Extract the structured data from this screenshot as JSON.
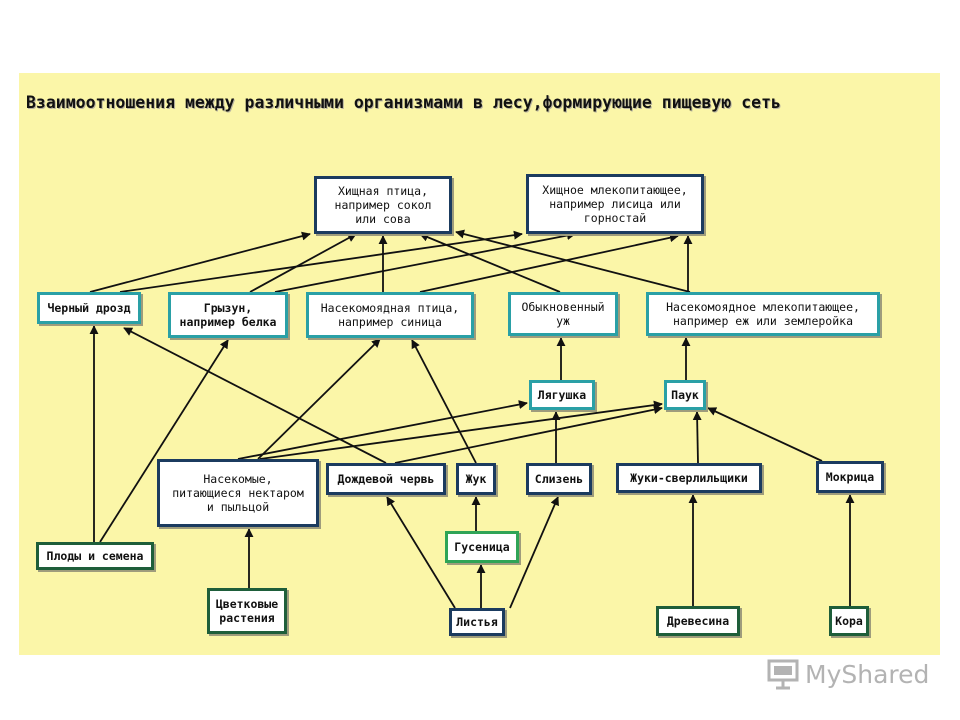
{
  "title": "Взаимоотношения между различными организмами в лесу,формирующие пищевую сеть",
  "nodes": {
    "predator_bird": "Хищная птица,\nнапример сокол\nили сова",
    "predator_mammal": "Хищное млекопитающее,\nнапример лисица или\nгорностай",
    "blackbird": "Черный дрозд",
    "rodent": "Грызун,\nнапример белка",
    "insectivorous_bird": "Насекомоядная птица,\nнапример синица",
    "grass_snake": "Обыкновенный\nуж",
    "insectivorous_mammal": "Насекомоядное млекопитающее,\nнапример еж или землеройка",
    "frog": "Лягушка",
    "spider": "Паук",
    "nectar_insects": "Насекомые,\nпитающиеся нектаром\nи пыльцой",
    "earthworm": "Дождевой червь",
    "beetle": "Жук",
    "slug": "Слизень",
    "bark_beetles": "Жуки-сверлильщики",
    "woodlouse": "Мокрица",
    "fruits_seeds": "Плоды и семена",
    "caterpillar": "Гусеница",
    "flowering_plants": "Цветковые\nрастения",
    "leaves": "Листья",
    "wood": "Древесина",
    "bark": "Кора"
  },
  "colors": {
    "background": "#fbf6a8",
    "navy": "#1b3b5f",
    "teal": "#2aa0a6",
    "dark_green": "#1e5e3a",
    "light_green": "#2fa456",
    "arrow": "#111111"
  },
  "watermark": {
    "text": "MyShared",
    "icon": "presentation-board-icon"
  }
}
